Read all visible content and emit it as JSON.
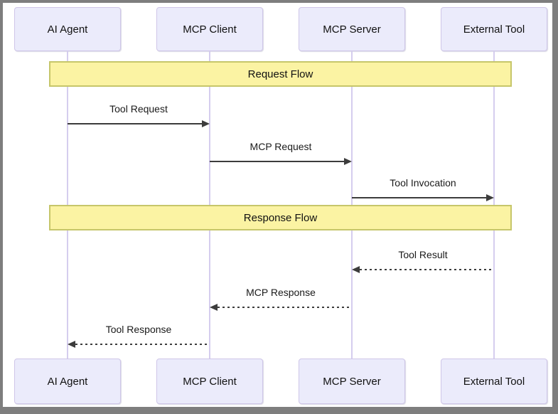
{
  "diagram": {
    "type": "sequence-diagram",
    "actors": [
      {
        "label": "AI Agent"
      },
      {
        "label": "MCP Client"
      },
      {
        "label": "MCP Server"
      },
      {
        "label": "External Tool"
      }
    ],
    "sections": [
      {
        "label": "Request Flow"
      },
      {
        "label": "Response Flow"
      }
    ],
    "messages": [
      {
        "label": "Tool Request",
        "from": "AI Agent",
        "to": "MCP Client",
        "style": "solid",
        "direction": "right"
      },
      {
        "label": "MCP Request",
        "from": "MCP Client",
        "to": "MCP Server",
        "style": "solid",
        "direction": "right"
      },
      {
        "label": "Tool Invocation",
        "from": "MCP Server",
        "to": "External Tool",
        "style": "solid",
        "direction": "right"
      },
      {
        "label": "Tool Result",
        "from": "External Tool",
        "to": "MCP Server",
        "style": "dashed",
        "direction": "left"
      },
      {
        "label": "MCP Response",
        "from": "MCP Server",
        "to": "MCP Client",
        "style": "dashed",
        "direction": "left"
      },
      {
        "label": "Tool Response",
        "from": "MCP Client",
        "to": "AI Agent",
        "style": "dashed",
        "direction": "left"
      }
    ],
    "colors": {
      "actor_fill": "#ebebfb",
      "actor_border": "#cfc6e8",
      "section_fill": "#fbf3a3",
      "section_border": "#c6c66a",
      "lifeline": "#d5cdee",
      "arrow": "#3c3c3c",
      "frame": "#7e7e7e",
      "background": "#ffffff"
    }
  }
}
